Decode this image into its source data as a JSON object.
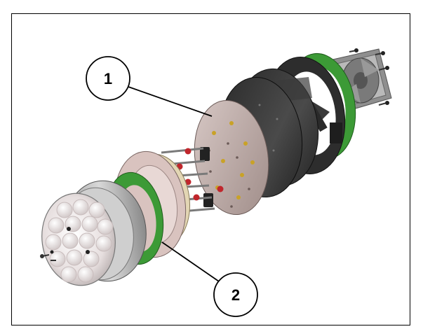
{
  "callouts": [
    {
      "id": "1",
      "label": "1"
    },
    {
      "id": "2",
      "label": "2"
    }
  ],
  "colors": {
    "green": "#3c9a36",
    "dark_disk": "#3f3f3f",
    "pink_plate": "#d9c3bf",
    "tan_plate": "#e3d6b4",
    "lens_face": "#ece4e4",
    "red_part": "#c0262c"
  }
}
